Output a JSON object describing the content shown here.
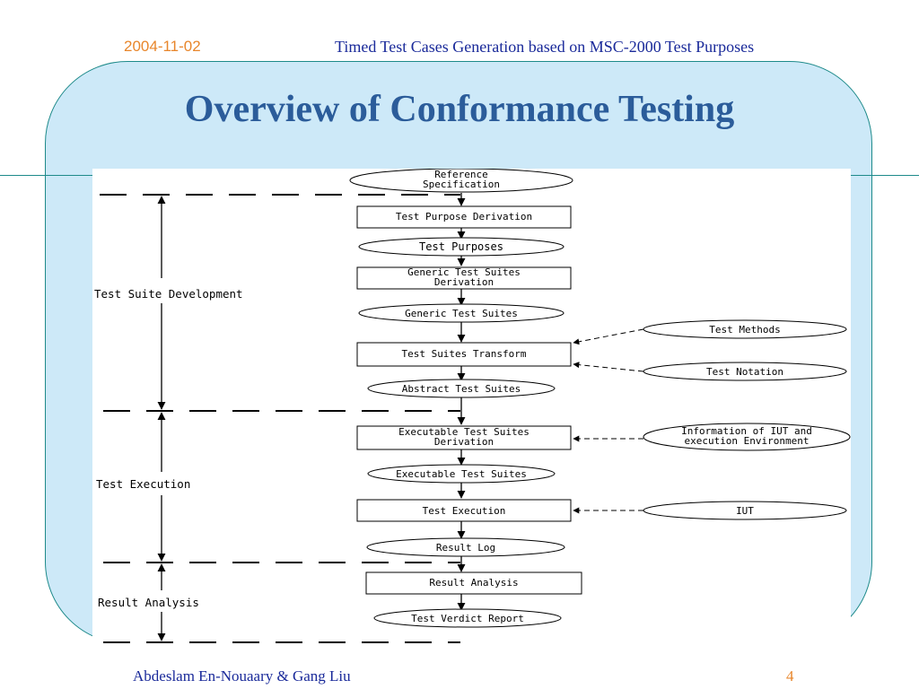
{
  "header": {
    "date": "2004-11-02",
    "title": "Timed Test Cases Generation based on MSC-2000 Test Purposes"
  },
  "slide": {
    "title": "Overview of Conformance Testing"
  },
  "footer": {
    "author": "Abdeslam En-Nouaary & Gang Liu",
    "page": "4"
  },
  "diagram": {
    "reference_spec": [
      "Reference",
      "Specification"
    ],
    "test_purpose_derivation": [
      "Test Purpose Derivation"
    ],
    "test_purposes": [
      "Test Purposes"
    ],
    "generic_derivation": [
      "Generic Test Suites",
      "Derivation"
    ],
    "generic_suites": [
      "Generic Test Suites"
    ],
    "suites_transform": [
      "Test Suites Transform"
    ],
    "test_methods": [
      "Test Methods"
    ],
    "test_notation": [
      "Test Notation"
    ],
    "abstract_suites": [
      "Abstract Test Suites"
    ],
    "executable_derivation": [
      "Executable Test Suites",
      "Derivation"
    ],
    "iut_info": [
      "Information of IUT and",
      "execution Environment"
    ],
    "executable_suites": [
      "Executable Test Suites"
    ],
    "test_execution_box": [
      "Test Execution"
    ],
    "iut": [
      "IUT"
    ],
    "result_log": [
      "Result Log"
    ],
    "result_analysis_box": [
      "Result Analysis"
    ],
    "verdict_report": [
      "Test Verdict Report"
    ],
    "phase_dev": "Test Suite Development",
    "phase_exec": "Test Execution",
    "phase_analysis": "Result Analysis"
  }
}
